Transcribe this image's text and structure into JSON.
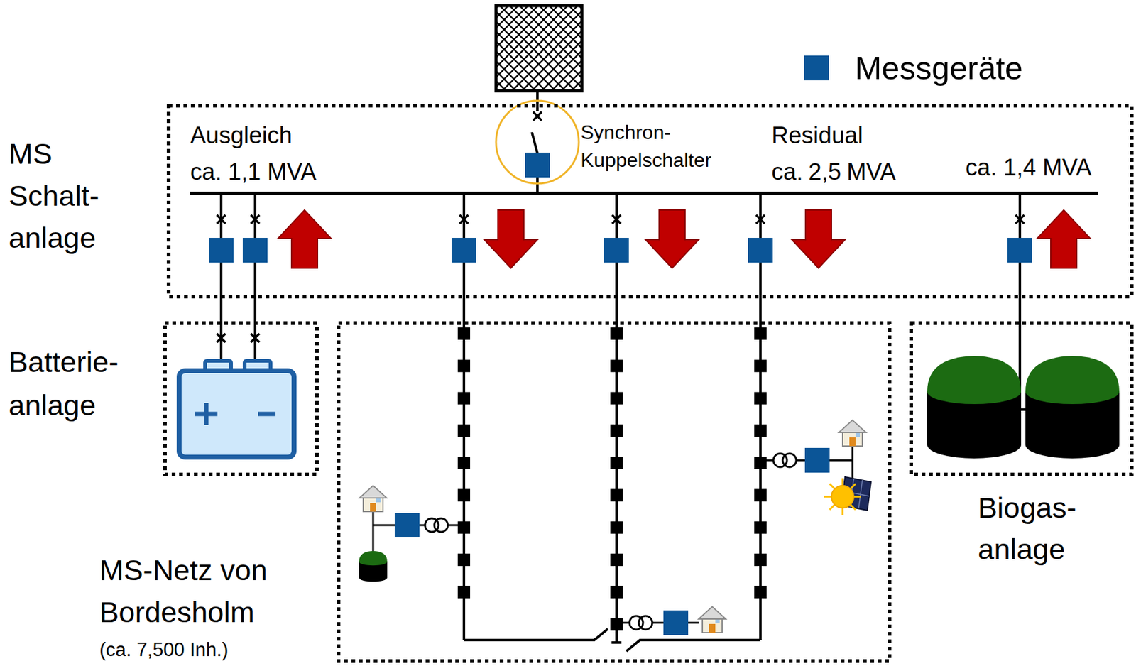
{
  "diagram": {
    "nodes": [
      {
        "text": [
          "MS Schalt- anlage"
        ]
      },
      {
        "text": [
          "Batterie- anlage"
        ]
      },
      {
        "text": [
          "MS-Netz von Bordesholm",
          "(ca. 7,500 Inh.)"
        ]
      },
      {
        "text": [
          "Biogas- anlage"
        ]
      }
    ],
    "edges": [
      {
        "from": 0,
        "to": 1,
        "arrow": "none"
      },
      {
        "from": 0,
        "to": 1,
        "arrow": "none"
      },
      {
        "from": 0,
        "to": 2,
        "arrow": "none"
      },
      {
        "from": 0,
        "to": 2,
        "arrow": "none"
      },
      {
        "from": 0,
        "to": 2,
        "arrow": "none"
      },
      {
        "from": 0,
        "to": 3,
        "arrow": "none"
      }
    ],
    "labels": [
      "Ausgleich ca. 1,1 MVA",
      "Synchron- Kuppelschalter",
      "Residual ca. 2,5 MVA",
      "ca. 1,4 MVA"
    ],
    "legend": [
      {
        "text": "Messgeräte",
        "color": "#0b5597"
      }
    ]
  }
}
